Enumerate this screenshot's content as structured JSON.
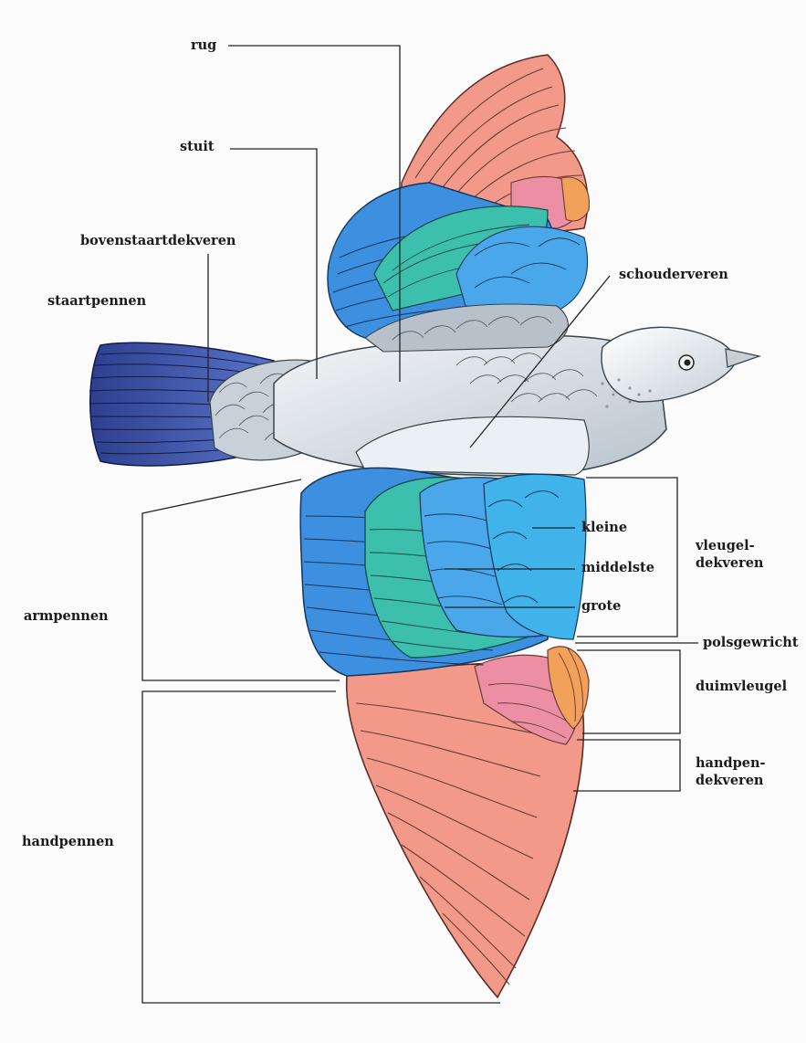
{
  "labels": {
    "rug": "rug",
    "stuit": "stuit",
    "bovenstaartdekveren": "bovenstaartdekveren",
    "staartpennen": "staartpennen",
    "schouderveren": "schouderveren",
    "kleine": "kleine",
    "middelste": "middelste",
    "grote": "grote",
    "vleugeldekveren": "vleugel-\ndekveren",
    "armpennen": "armpennen",
    "polsgewricht": "polsgewricht",
    "duimvleugel": "duimvleugel",
    "handpendekveren": "handpen-\ndekveren",
    "handpennen": "handpennen"
  },
  "colors": {
    "primaries": "#f2998a",
    "primary_coverts": "#ec8fa4",
    "alula": "#f2a15a",
    "secondaries": "#3d8fe0",
    "greater_coverts": "#3dbfae",
    "median_coverts": "#49a7ea",
    "lesser_coverts": "#3fb3ea",
    "tail": "#3b53a6",
    "body": "#dfe5ea",
    "leader_line": "#222222"
  }
}
